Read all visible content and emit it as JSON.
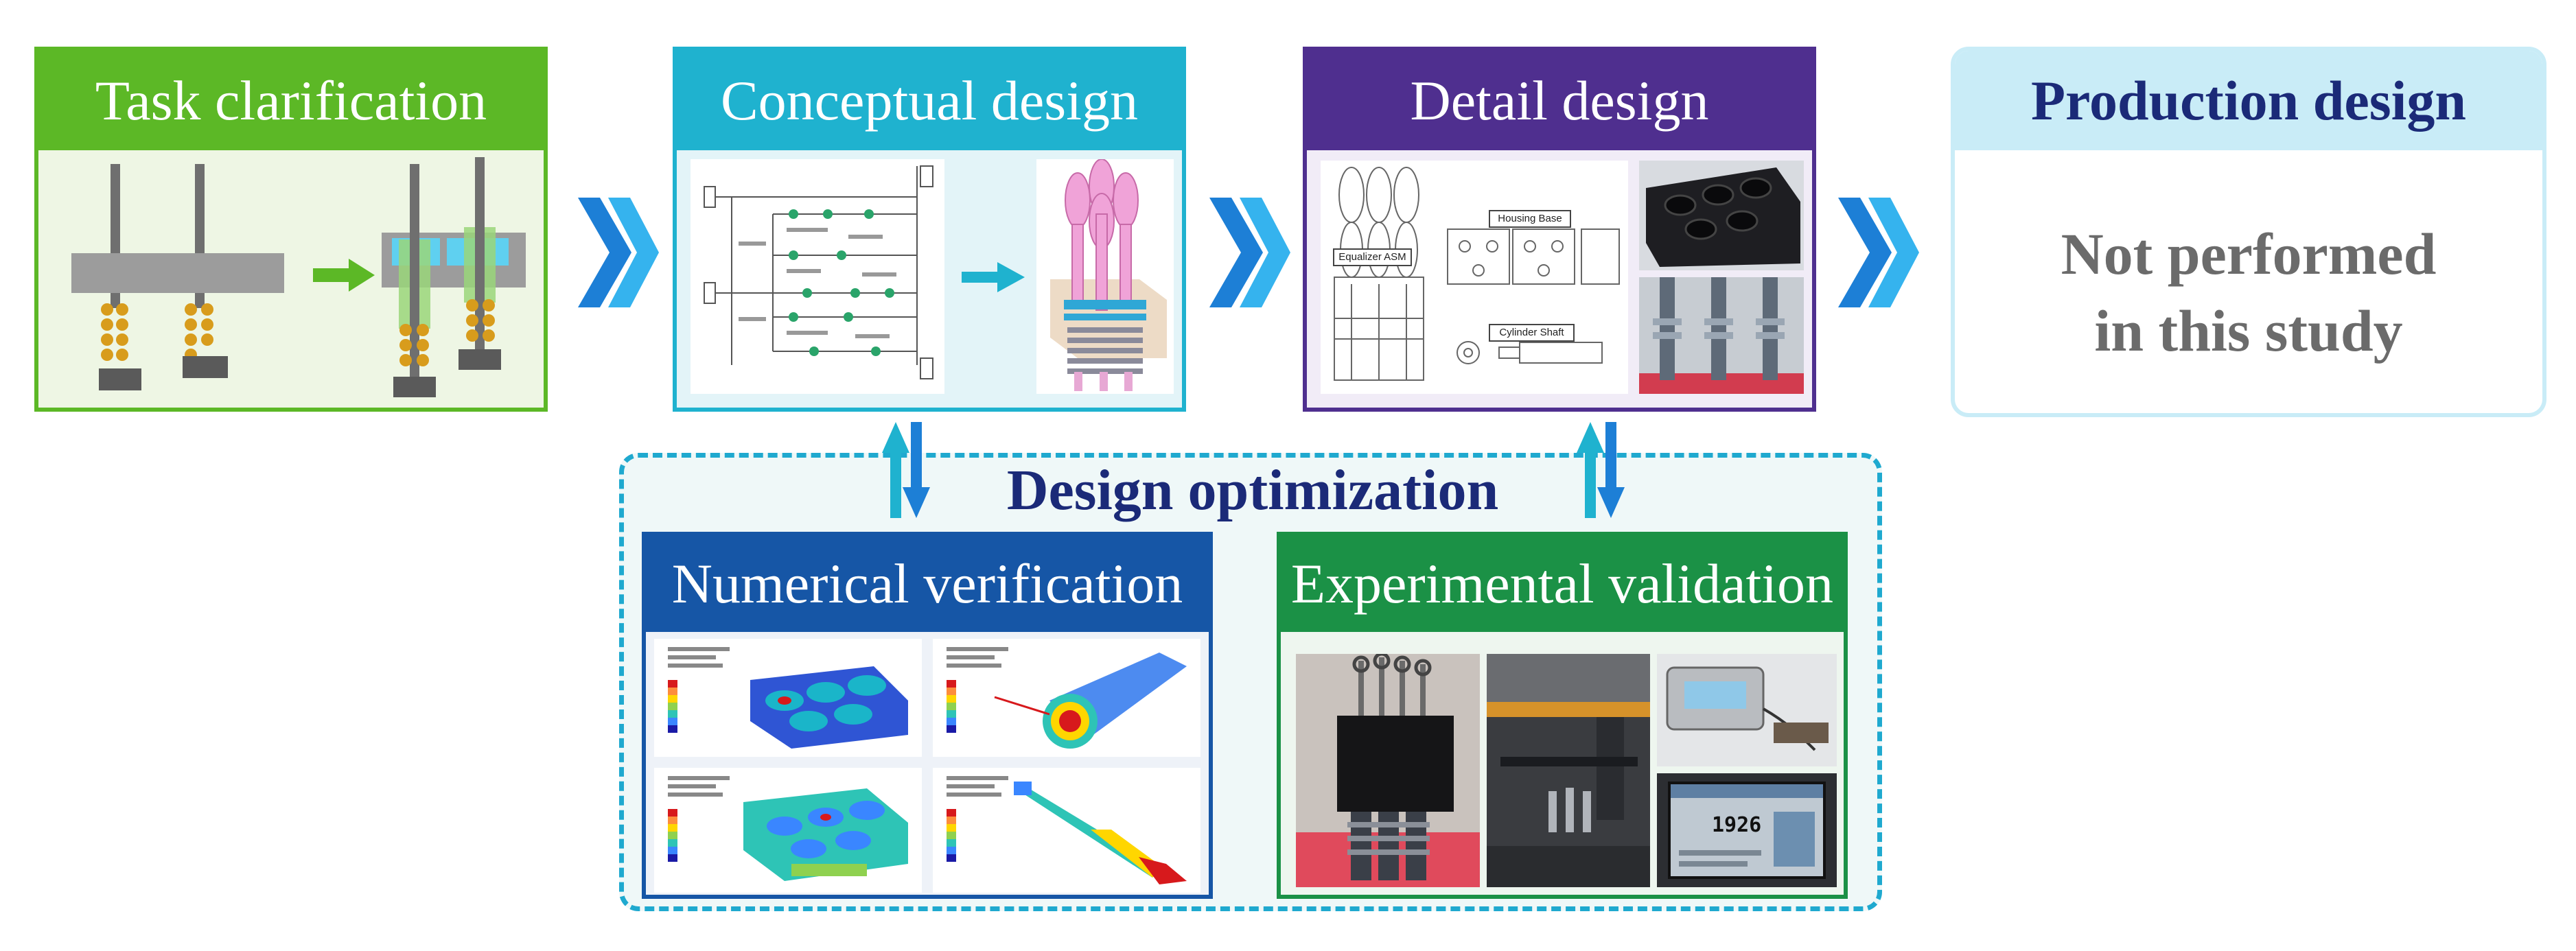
{
  "stages": {
    "task": {
      "label": "Task clarification",
      "color": "#5cb826"
    },
    "conceptual": {
      "label": "Conceptual design",
      "color": "#1fb2cf"
    },
    "detail": {
      "label": "Detail design",
      "color": "#4f2f8f"
    },
    "production": {
      "label": "Production design",
      "color": "#c9ecf7",
      "note_line1": "Not performed",
      "note_line2": "in this study"
    }
  },
  "optimization": {
    "title": "Design optimization",
    "numerical": {
      "label": "Numerical verification",
      "color": "#1656a6"
    },
    "experimental": {
      "label": "Experimental validation",
      "color": "#1b9146"
    }
  },
  "drawing": {
    "equalizer": "Equalizer ASM",
    "housing": "Housing Base",
    "cylinder": "Cylinder Shaft"
  },
  "display": {
    "reading": "1926"
  }
}
